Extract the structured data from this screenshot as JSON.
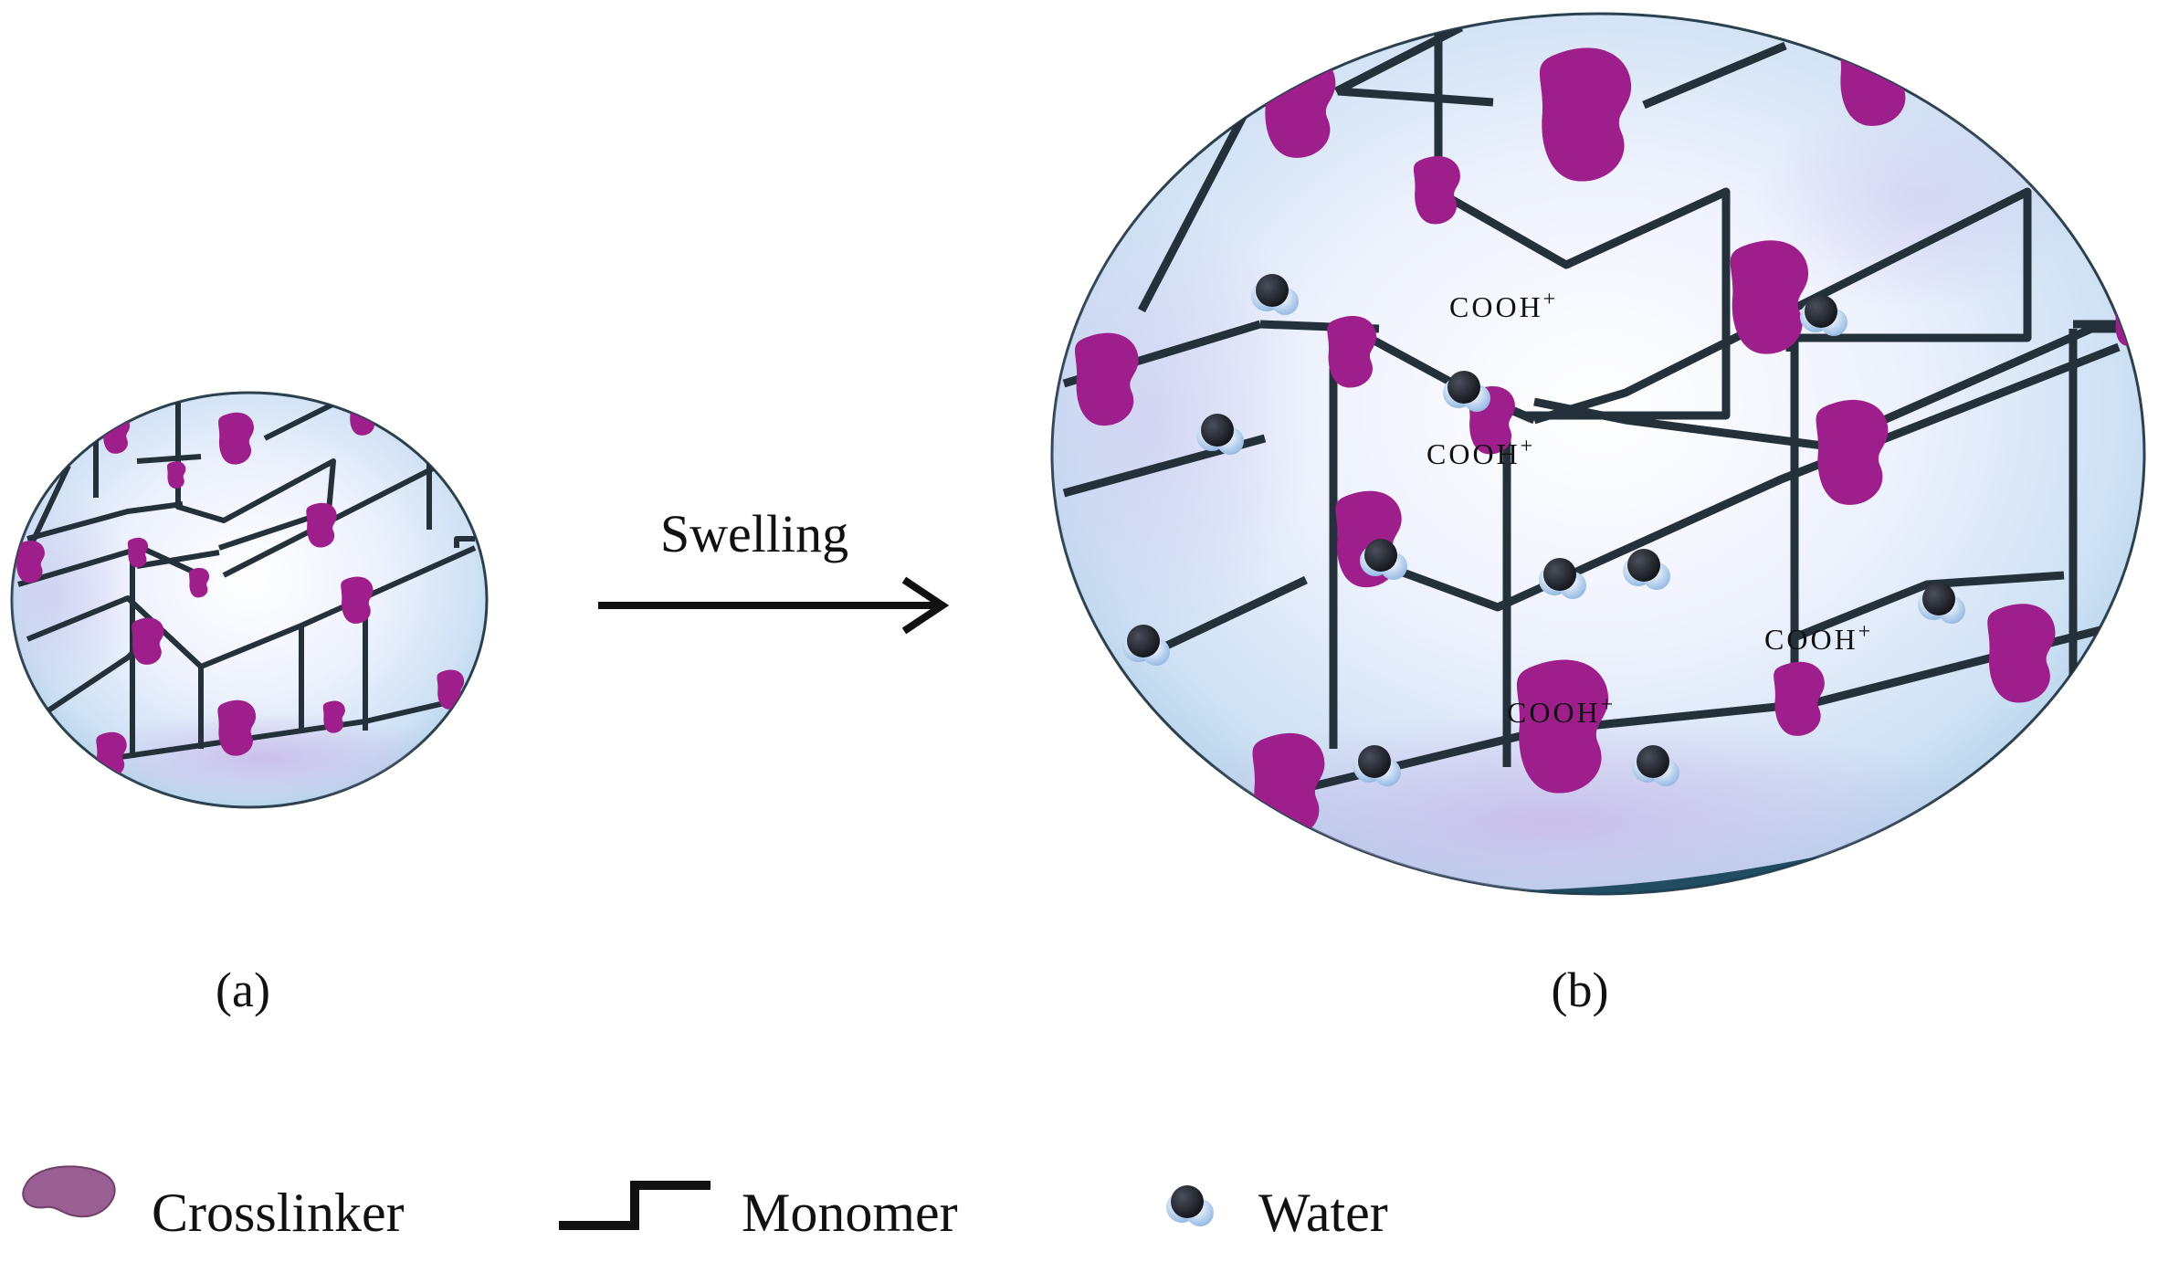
{
  "arrow_label": "Swelling",
  "panels": [
    {
      "label": "(a)"
    },
    {
      "label": "(b)"
    }
  ],
  "group_labels": [
    "COOH",
    "COOH",
    "COOH",
    "COOH"
  ],
  "charge": "+",
  "legend": {
    "crosslinker": "Crosslinker",
    "monomer": "Monomer",
    "water": "Water"
  },
  "colors": {
    "crosslinker": "#9e1f8c",
    "polymer_chain": "#24313a",
    "gel_fill_light": "#f2f5fd",
    "gel_fill_dark": "#a9cde6",
    "gel_shadow": "#b9a8dd",
    "water_dark": "#1c1f27",
    "water_light": "#a5c8ec",
    "legend_crosslinker": "#9a5f92"
  }
}
